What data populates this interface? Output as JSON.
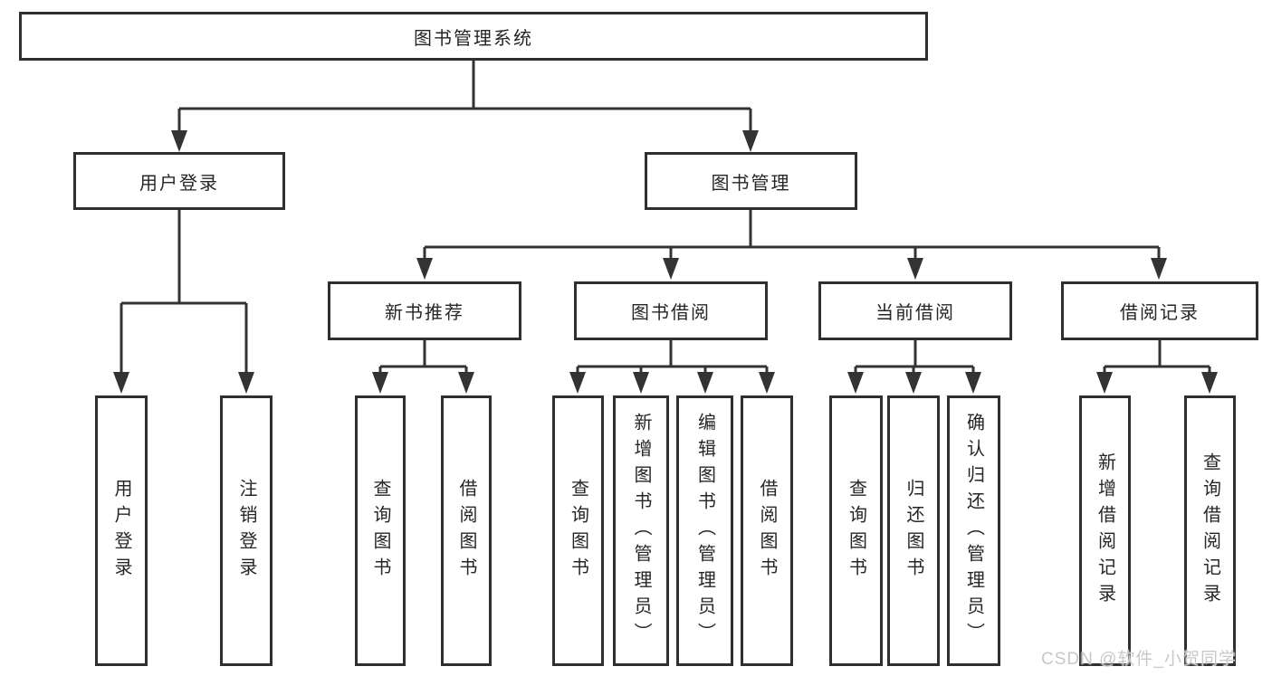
{
  "tree": {
    "root": "图书管理系统",
    "children": [
      {
        "label": "用户登录",
        "children": [
          "用户登录",
          "注销登录"
        ]
      },
      {
        "label": "图书管理",
        "children": [
          {
            "label": "新书推荐",
            "children": [
              "查询图书",
              "借阅图书"
            ]
          },
          {
            "label": "图书借阅",
            "children": [
              "查询图书",
              "新增图书（管理员）",
              "编辑图书（管理员）",
              "借阅图书"
            ]
          },
          {
            "label": "当前借阅",
            "children": [
              "查询图书",
              "归还图书",
              "确认归还（管理员）"
            ]
          },
          {
            "label": "借阅记录",
            "children": [
              "新增借阅记录",
              "查询借阅记录"
            ]
          }
        ]
      }
    ]
  },
  "watermark": {
    "text": "CSDN @软件_小贺同学"
  },
  "colors": {
    "line": "#333333",
    "box_border": "#2f2f2f",
    "text": "#262626",
    "watermark": "#c8c8c8",
    "background": "#ffffff"
  }
}
